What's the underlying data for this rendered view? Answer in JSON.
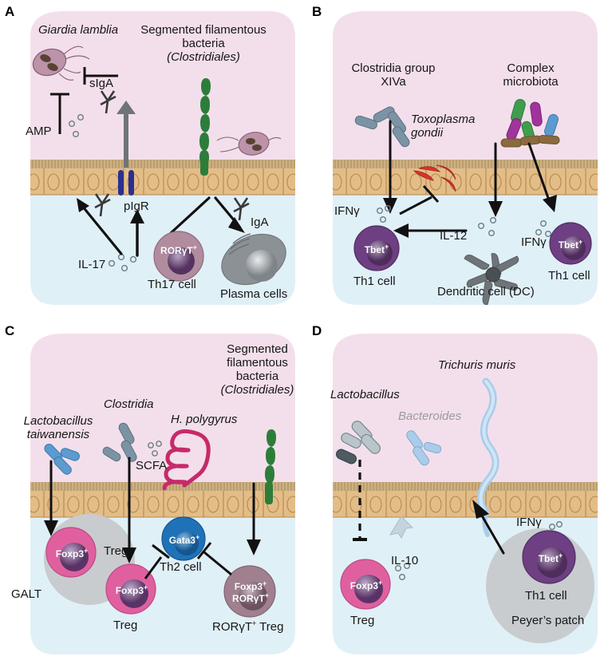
{
  "figure": {
    "title": "Microbiota-immune cell interactions at the intestinal mucosa",
    "colors": {
      "lumen": "#f3dfeb",
      "lamina_propria": "#e0f0f7",
      "epithelium": "#e0b77f",
      "epithelium_border": "#b98a4e",
      "brush_border": "#cdb183",
      "th17_cell": "#b08c9e",
      "th1_cell": "#6e3f82",
      "treg_cell": "#e0609f",
      "th2_cell": "#1f72b8",
      "rorgt_treg": "#a0808f",
      "dendritic_cell": "#6f7478",
      "plasma_cell": "#8c9196",
      "galt": "#c8cccf",
      "sfb_green": "#2d7d3a",
      "clostridia_blue": "#7b93a4",
      "lactobacillus_blue": "#5b9bd0",
      "hpolygyrus_pink": "#c62a6b",
      "toxoplasma_red": "#d9342c",
      "giardia": "#b08ca0",
      "pigr_blue": "#2b2f8f",
      "trichuris_blue": "#a9ccea",
      "bacteroides_gray": "#a9a9ac",
      "arrow_black": "#111111",
      "arrow_gray": "#6f7478"
    }
  },
  "panels": [
    {
      "id": "A",
      "letter": "A",
      "labels": {
        "giardia": "Giardia lamblia",
        "sfb_line1": "Segmented filamentous",
        "sfb_line2": "bacteria",
        "sfb_line3": "(Clostridiales)",
        "sIgA": "sIgA",
        "amp": "AMP",
        "pigr": "pIgR",
        "il17": "IL-17",
        "rorgt": "RORγT",
        "rorgt_sup": "+",
        "th17": "Th17 cell",
        "iga": "IgA",
        "plasma": "Plasma cells"
      }
    },
    {
      "id": "B",
      "letter": "B",
      "labels": {
        "clostridia_line1": "Clostridia group",
        "clostridia_line2": "XIVa",
        "toxoplasma_line1": "Toxoplasma",
        "toxoplasma_line2": "gondii",
        "microbiota_line1": "Complex",
        "microbiota_line2": "microbiota",
        "ifng_left": "IFNγ",
        "ifng_right": "IFNγ",
        "il12": "IL-12",
        "tbet_left": "Tbet",
        "tbet_left_sup": "+",
        "tbet_right": "Tbet",
        "tbet_right_sup": "+",
        "th1_left": "Th1 cell",
        "th1_right": "Th1 cell",
        "dc": "Dendritic cell (DC)"
      }
    },
    {
      "id": "C",
      "letter": "C",
      "labels": {
        "lactobacillus_line1": "Lactobacillus",
        "lactobacillus_line2": "taiwanensis",
        "clostridia": "Clostridia",
        "scfa": "SCFA",
        "hpolygyrus": "H. polygyrus",
        "sfb_line1": "Segmented",
        "sfb_line2": "filamentous",
        "sfb_line3": "bacteria",
        "sfb_line4": "(Clostridiales)",
        "foxp3_galt": "Foxp3",
        "foxp3_galt_sup": "+",
        "treg_galt": "Treg",
        "galt": "GALT",
        "foxp3_mid": "Foxp3",
        "foxp3_mid_sup": "+",
        "treg_mid": "Treg",
        "gata3": "Gata3",
        "gata3_sup": "+",
        "th2": "Th2 cell",
        "rorgt_treg_badge_line1": "Foxp3",
        "rorgt_treg_badge_line1_sup": "+",
        "rorgt_treg_badge_line2": "RORγT",
        "rorgt_treg_badge_line2_sup": "+",
        "rorgt_treg_caption": "RORγT",
        "rorgt_treg_caption_sup": "+",
        "rorgt_treg_caption_tail": " Treg"
      }
    },
    {
      "id": "D",
      "letter": "D",
      "labels": {
        "lactobacillus": "Lactobacillus",
        "bacteroides": "Bacteroides",
        "trichuris": "Trichuris muris",
        "foxp3": "Foxp3",
        "foxp3_sup": "+",
        "il10": "IL-10",
        "treg": "Treg",
        "ifng": "IFNγ",
        "tbet": "Tbet",
        "tbet_sup": "+",
        "th1": "Th1 cell",
        "peyers": "Peyer’s patch"
      }
    }
  ]
}
